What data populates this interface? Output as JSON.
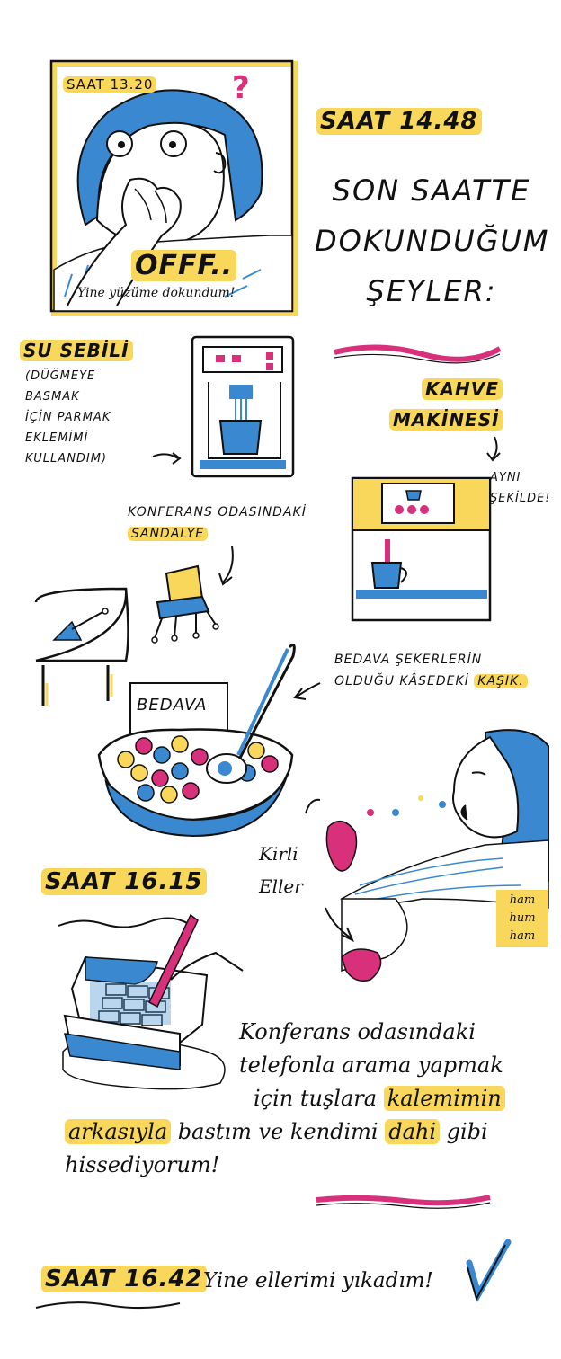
{
  "colors": {
    "blue": "#3a89d0",
    "yellow": "#f9d75a",
    "pink": "#d8307a",
    "ink": "#111111"
  },
  "panel1": {
    "time": "SAAT 13.20",
    "question": "?",
    "exclaim": "OFFF..",
    "caption": "Yine yüzüme dokundum!"
  },
  "header": {
    "time": "SAAT 14.48",
    "title_lines": [
      "SON SAATTE",
      "DOKUNDUĞUM",
      "ŞEYLER:"
    ]
  },
  "water": {
    "label": "SU SEBİLİ",
    "note_lines": [
      "(DÜĞMEYE",
      "BASMAK",
      "İÇİN PARMAK",
      "EKLEMİMİ",
      "KULLANDIM)"
    ]
  },
  "coffee": {
    "label_lines": [
      "KAHVE",
      "MAKİNESİ"
    ],
    "note_lines": [
      "AYNI",
      "ŞEKİLDE!"
    ]
  },
  "chair": {
    "line1": "KONFERANS ODASINDAKİ",
    "line2": "SANDALYE"
  },
  "spoon": {
    "line1": "BEDAVA ŞEKERLERİN",
    "line2_pre": "OLDUĞU KÂSEDEKİ ",
    "line2_hl": "KAŞIK."
  },
  "bowl": {
    "sign": "BEDAVA"
  },
  "dirty": {
    "lines": [
      "Kirli",
      "Eller"
    ]
  },
  "eating": {
    "sounds": [
      "ham",
      "hum",
      "ham"
    ]
  },
  "phone": {
    "time": "SAAT 16.15"
  },
  "paragraph": {
    "l1": "Konferans odasındaki",
    "l2": "telefonla arama yapmak",
    "l3_pre": "için tuşlara ",
    "l3_hl": "kalemimin",
    "l4_hl": "arkasıyla",
    "l4_mid": " bastım ve kendimi ",
    "l4_hl2": "dahi",
    "l4_end": " gibi",
    "l5": "hissediyorum!"
  },
  "footer": {
    "time": "SAAT 16.42",
    "text": "Yine ellerimi yıkadım!"
  }
}
